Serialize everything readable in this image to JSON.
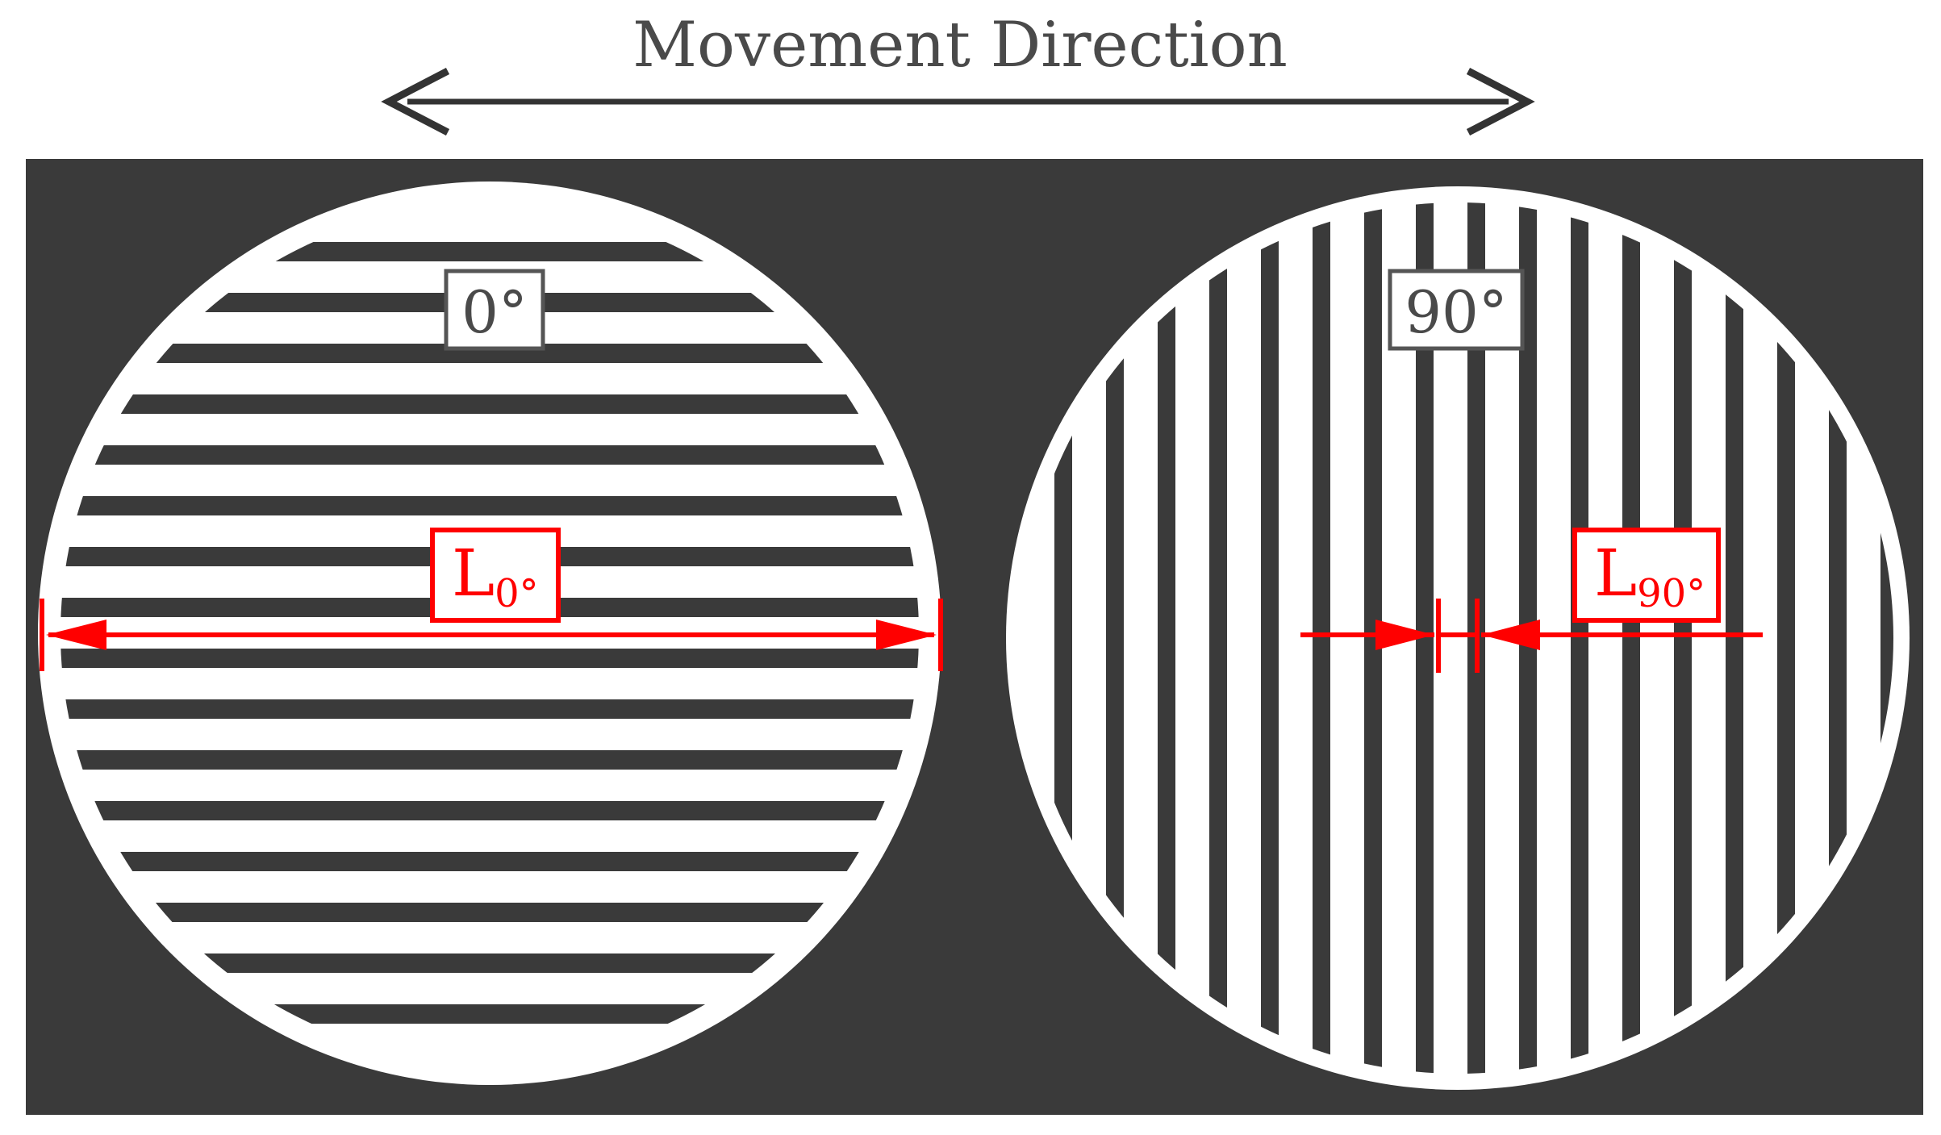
{
  "header": {
    "title": "Movement Direction"
  },
  "colors": {
    "background": "#3a3a3a",
    "scan_line": "#ffffff",
    "annotation": "#ff0000",
    "text": "#4a4a4a",
    "arrow": "#333333"
  },
  "specimens": [
    {
      "angle_label": "0°",
      "dimension_label": {
        "main": "L",
        "subscript": "0°"
      }
    },
    {
      "angle_label": "90°",
      "dimension_label": {
        "main": "L",
        "subscript": "90°"
      }
    }
  ]
}
